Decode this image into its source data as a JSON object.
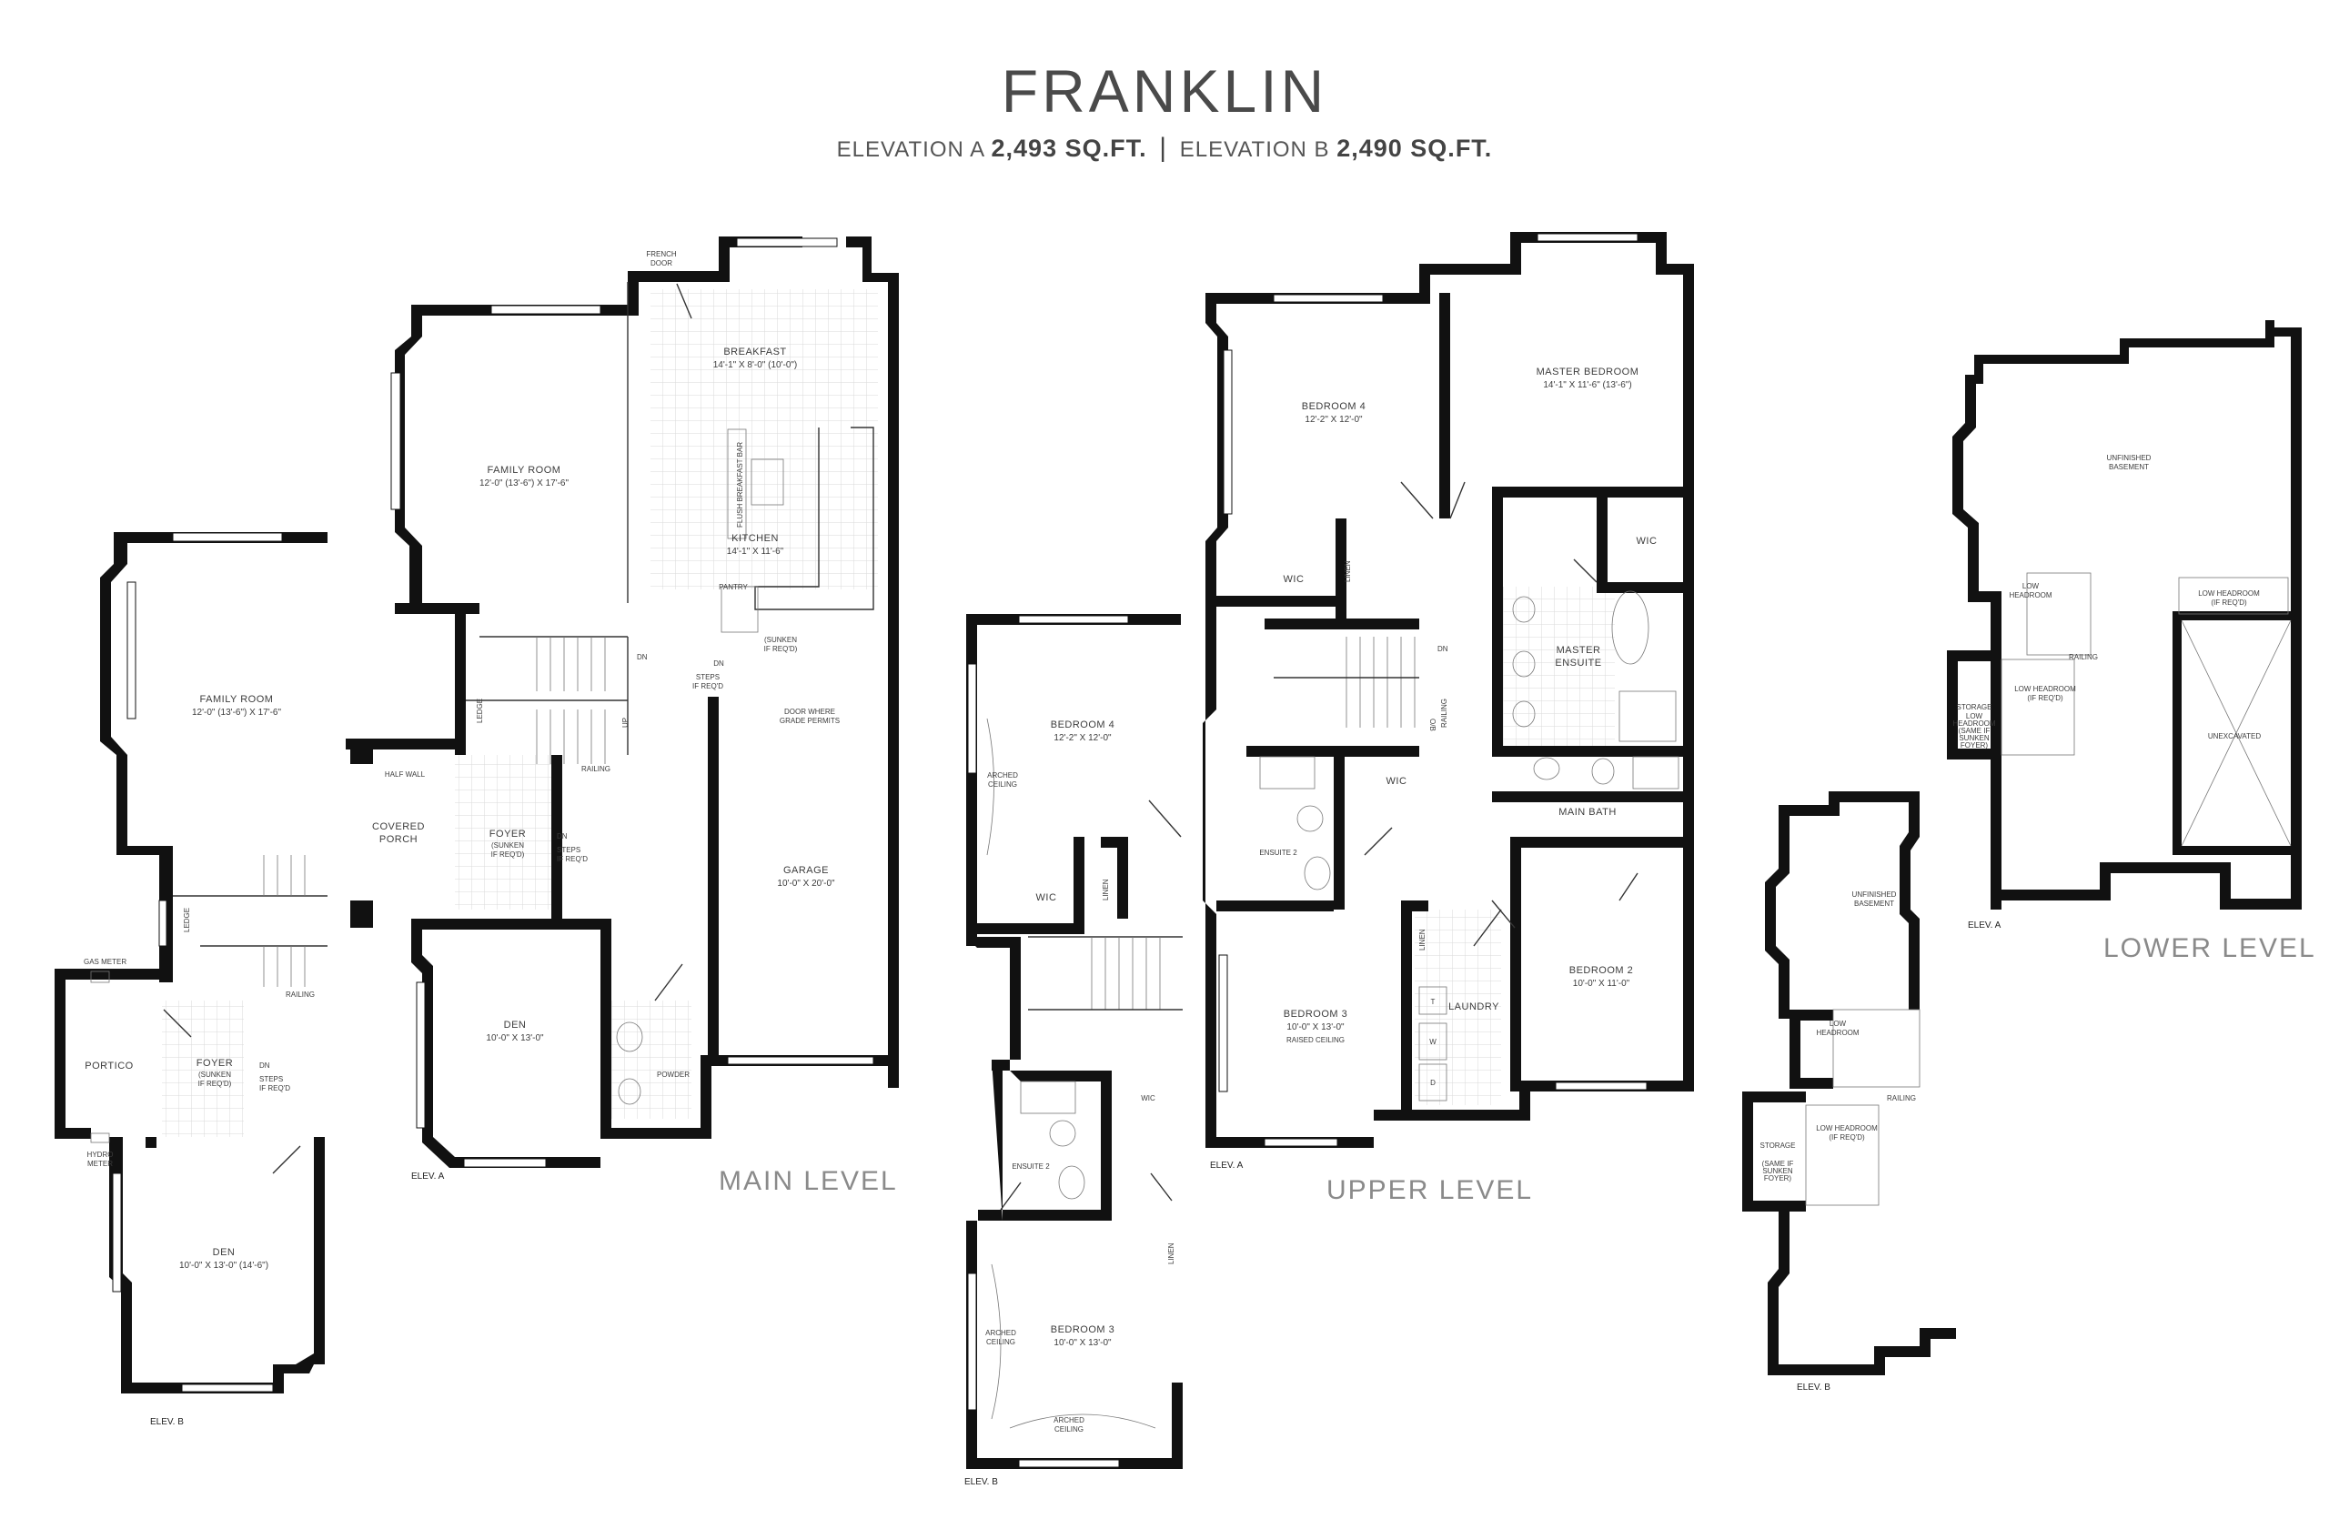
{
  "header": {
    "title": "FRANKLIN",
    "elev_a_label": "ELEVATION A",
    "elev_a_sqft": "2,493 SQ.FT.",
    "separator": "|",
    "elev_b_label": "ELEVATION B",
    "elev_b_sqft": "2,490 SQ.FT."
  },
  "levels": {
    "main": "MAIN LEVEL",
    "upper": "UPPER LEVEL",
    "lower": "LOWER LEVEL"
  },
  "main_a": {
    "french_door_1": "FRENCH",
    "french_door_2": "DOOR",
    "breakfast": "BREAKFAST",
    "breakfast_dim": "14'-1\" X 8'-0\" (10'-0\")",
    "family_room": "FAMILY ROOM",
    "family_room_dim": "12'-0\" (13'-6\") X 17'-6\"",
    "breakfast_bar": "FLUSH BREAKFAST BAR",
    "kitchen": "KITCHEN",
    "kitchen_dim": "14'-1\" X 11'-6\"",
    "pantry": "PANTRY",
    "sunken_1": "(SUNKEN",
    "sunken_2": "IF REQ'D)",
    "dn": "DN",
    "steps_1": "STEPS",
    "steps_2": "IF REQ'D",
    "ledge": "LEDGE",
    "dn_stair": "DN",
    "up_stair": "UP",
    "railing": "RAILING",
    "half_wall": "HALF WALL",
    "door_grade_1": "DOOR WHERE",
    "door_grade_2": "GRADE PERMITS",
    "covered_porch_1": "COVERED",
    "covered_porch_2": "PORCH",
    "foyer": "FOYER",
    "foyer_sunken_1": "(SUNKEN",
    "foyer_sunken_2": "IF REQ'D)",
    "foyer_dn": "DN",
    "foyer_steps_1": "STEPS",
    "foyer_steps_2": "IF REQ'D",
    "garage": "GARAGE",
    "garage_dim": "10'-0\" X 20'-0\"",
    "den": "DEN",
    "den_dim": "10'-0\" X 13'-0\"",
    "powder": "POWDER",
    "elev": "ELEV. A"
  },
  "main_b": {
    "family_room": "FAMILY ROOM",
    "family_room_dim": "12'-0\" (13'-6\") X 17'-6\"",
    "ledge": "LEDGE",
    "railing": "RAILING",
    "gas_meter": "GAS METER",
    "portico": "PORTICO",
    "foyer": "FOYER",
    "foyer_sunken_1": "(SUNKEN",
    "foyer_sunken_2": "IF REQ'D)",
    "dn": "DN",
    "steps_1": "STEPS",
    "steps_2": "IF REQ'D",
    "hydro_1": "HYDRO",
    "hydro_2": "METER",
    "den": "DEN",
    "den_dim": "10'-0\" X 13'-0\" (14'-6\")",
    "elev": "ELEV. B"
  },
  "upper_b": {
    "bedroom4": "BEDROOM 4",
    "bedroom4_dim": "12'-2\" X 12'-0\"",
    "arched_1": "ARCHED",
    "arched_2": "CEILING",
    "wic": "WIC",
    "linen": "LINEN",
    "wic2": "WIC",
    "ensuite2": "ENSUITE 2",
    "linen2": "LINEN",
    "bedroom3": "BEDROOM 3",
    "bedroom3_dim": "10'-0\" X 13'-0\"",
    "arched_b3_1": "ARCHED",
    "arched_b3_2": "CEILING",
    "arched_bot_1": "ARCHED",
    "arched_bot_2": "CEILING",
    "elev": "ELEV. B"
  },
  "upper_a": {
    "master": "MASTER BEDROOM",
    "master_dim": "14'-1\" X 11'-6\" (13'-6\")",
    "bedroom4": "BEDROOM 4",
    "bedroom4_dim": "12'-2\" X 12'-0\"",
    "wic_master": "WIC",
    "wic_b4": "WIC",
    "linen": "LINEN",
    "dn": "DN",
    "railing": "RAILING",
    "otb": "O/B",
    "master_ensuite_1": "MASTER",
    "master_ensuite_2": "ENSUITE",
    "wic_e2": "WIC",
    "main_bath": "MAIN BATH",
    "ensuite2": "ENSUITE 2",
    "linen2": "LINEN",
    "laundry": "LAUNDRY",
    "t": "T",
    "w": "W",
    "d": "D",
    "bedroom3": "BEDROOM 3",
    "bedroom3_dim": "10'-0\" X 13'-0\"",
    "raised": "RAISED CEILING",
    "bedroom2": "BEDROOM 2",
    "bedroom2_dim": "10'-0\" X 11'-0\"",
    "elev": "ELEV. A"
  },
  "lower_a": {
    "unfinished_1": "UNFINISHED",
    "unfinished_2": "BASEMENT",
    "low_headroom_1": "LOW",
    "low_headroom_2": "HEADROOM",
    "low_headroom_right": "LOW HEADROOM",
    "if_req": "(IF REQ'D)",
    "storage": "STORAGE",
    "storage_note_1": "LOW",
    "storage_note_2": "HEADROOM",
    "storage_note_3": "(SAME IF",
    "storage_note_4": "SUNKEN",
    "storage_note_5": "FOYER)",
    "low_headroom_mid": "LOW HEADROOM",
    "low_headroom_mid_2": "(IF REQ'D)",
    "railing": "RAILING",
    "unexcavated": "UNEXCAVATED",
    "elev": "ELEV. A"
  },
  "lower_b": {
    "unfinished_1": "UNFINISHED",
    "unfinished_2": "BASEMENT",
    "low_headroom_1": "LOW",
    "low_headroom_2": "HEADROOM",
    "storage": "STORAGE",
    "storage_note_1": "(SAME IF",
    "storage_note_2": "SUNKEN",
    "storage_note_3": "FOYER)",
    "low_headroom_mid": "LOW HEADROOM",
    "low_headroom_mid_2": "(IF REQ'D)",
    "railing": "RAILING",
    "elev": "ELEV. B"
  }
}
